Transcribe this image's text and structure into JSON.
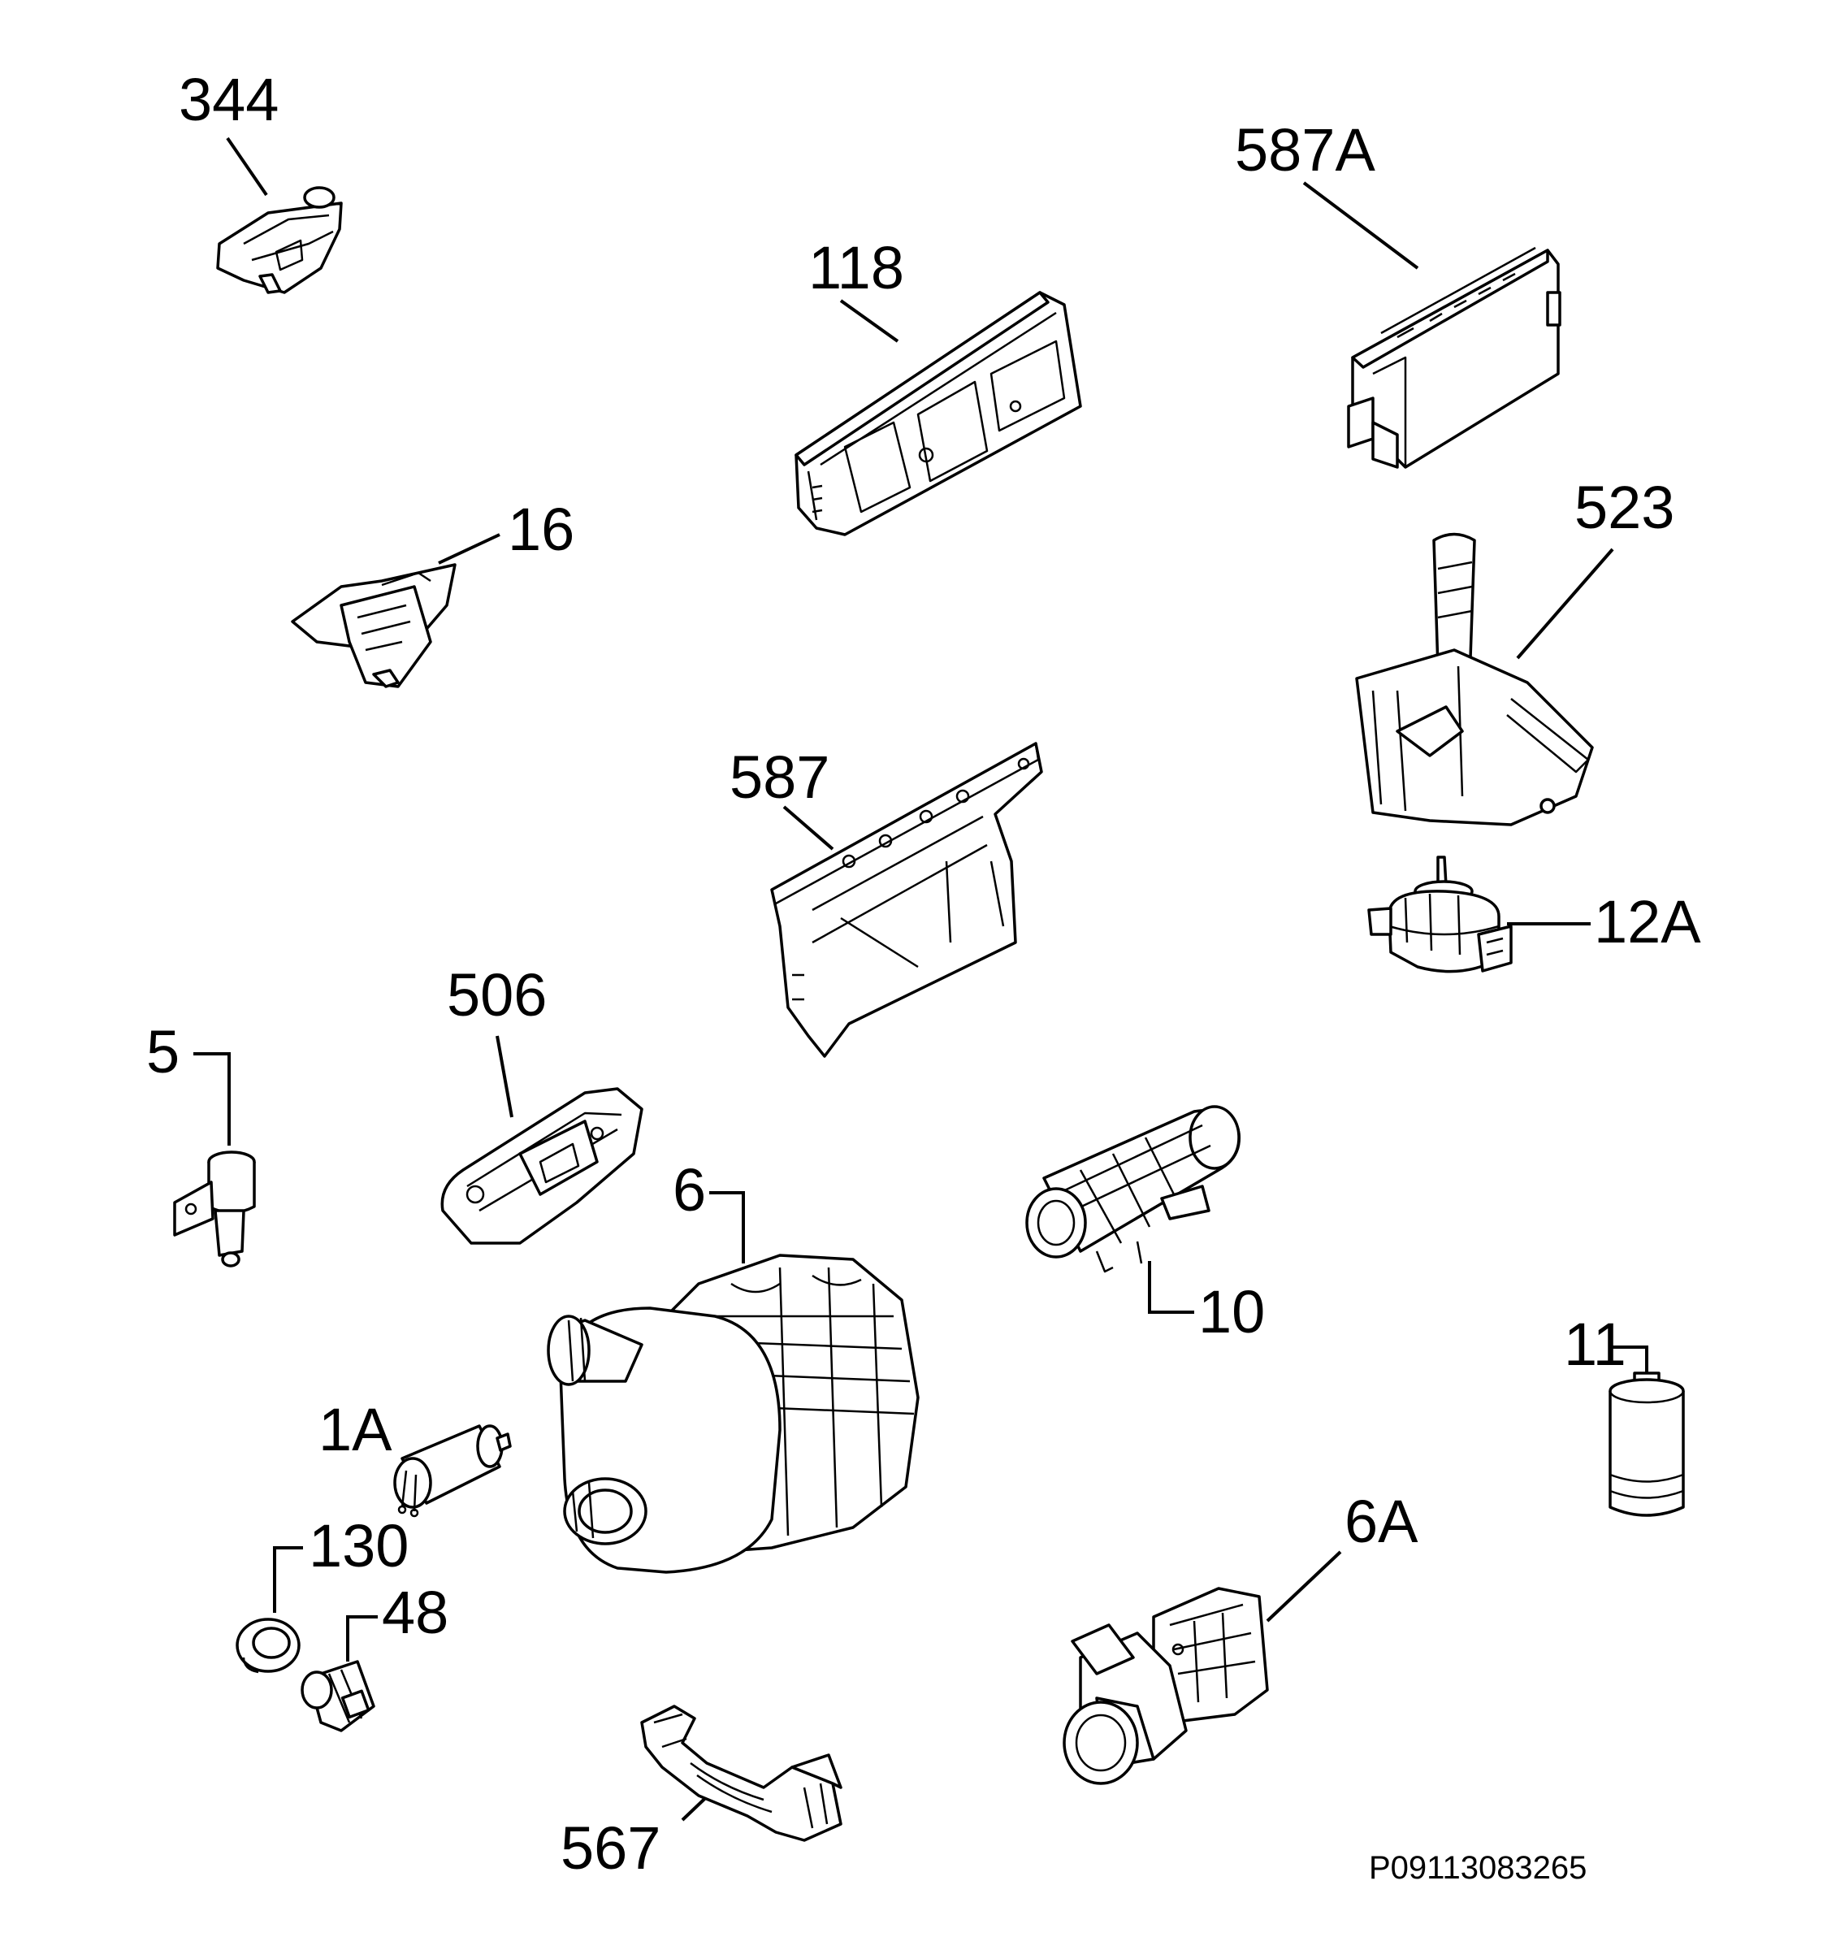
{
  "labels": {
    "l344": "344",
    "l587A": "587A",
    "l118": "118",
    "l16": "16",
    "l523": "523",
    "l587": "587",
    "l12A": "12A",
    "l506": "506",
    "l5": "5",
    "l6": "6",
    "l10": "10",
    "l11": "11",
    "l1A": "1A",
    "l130": "130",
    "l48": "48",
    "l6A": "6A",
    "l567": "567"
  },
  "diagram_code": "P09113083265"
}
